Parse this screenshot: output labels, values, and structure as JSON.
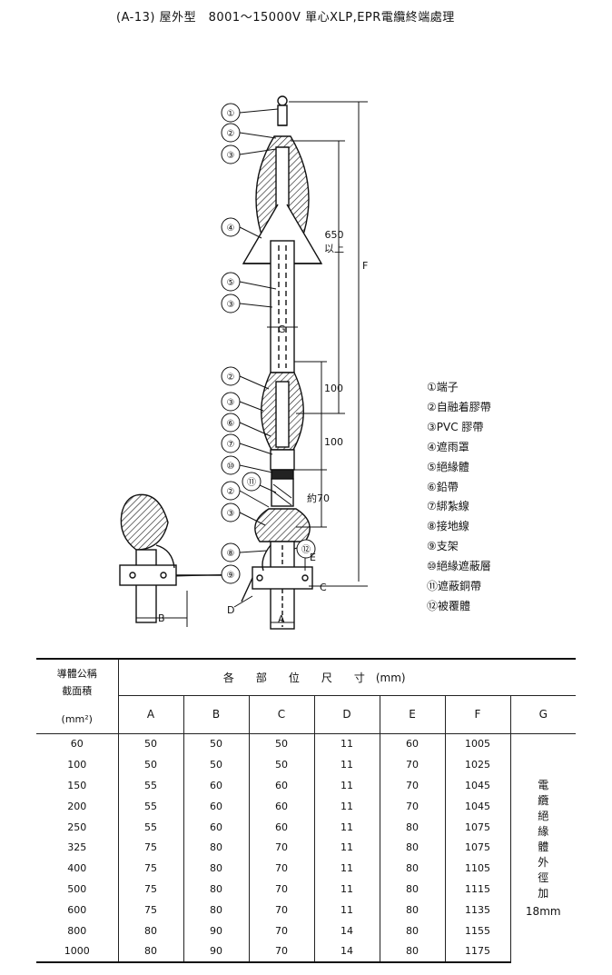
{
  "title": "(A-13) 屋外型　8001～15000V 單心XLP,EPR電纜終端處理",
  "diagram": {
    "callouts_left": [
      "①",
      "②",
      "③",
      "④",
      "⑤",
      "③",
      "②",
      "③",
      "⑥",
      "⑦",
      "⑩",
      "②",
      "③",
      "⑧",
      "⑨"
    ],
    "callout_11": "⑪",
    "callout_12": "⑫",
    "dim_650": "650",
    "dim_650_suffix": "以上",
    "dim_100a": "100",
    "dim_100b": "100",
    "dim_70": "約70",
    "dim_F": "F",
    "dim_G": "G",
    "dim_E": "E",
    "dim_C": "C",
    "dim_D": "D",
    "dim_A": "A",
    "dim_B": "B"
  },
  "legend": [
    "①端子",
    "②自融着膠帶",
    "③PVC 膠帶",
    "④遮雨罩",
    "⑤絕緣體",
    "⑥鉛帶",
    "⑦綁紮線",
    "⑧接地線",
    "⑨支架",
    "⑩絕緣遮蔽層",
    "⑪遮蔽銅帶",
    "⑫被覆體"
  ],
  "table": {
    "corner_line1": "導體公稱",
    "corner_line2": "截面積",
    "corner_line3": "(mm²)",
    "group_header": "各　　部　　位　　尺　　寸　(mm)",
    "columns": [
      "A",
      "B",
      "C",
      "D",
      "E",
      "F",
      "G"
    ],
    "rows": [
      [
        "60",
        "50",
        "50",
        "50",
        "11",
        "60",
        "1005"
      ],
      [
        "100",
        "50",
        "50",
        "50",
        "11",
        "70",
        "1025"
      ],
      [
        "150",
        "55",
        "60",
        "60",
        "11",
        "70",
        "1045"
      ],
      [
        "200",
        "55",
        "60",
        "60",
        "11",
        "70",
        "1045"
      ],
      [
        "250",
        "55",
        "60",
        "60",
        "11",
        "80",
        "1075"
      ],
      [
        "325",
        "75",
        "80",
        "70",
        "11",
        "80",
        "1075"
      ],
      [
        "400",
        "75",
        "80",
        "70",
        "11",
        "80",
        "1105"
      ],
      [
        "500",
        "75",
        "80",
        "70",
        "11",
        "80",
        "1115"
      ],
      [
        "600",
        "75",
        "80",
        "70",
        "11",
        "80",
        "1135"
      ],
      [
        "800",
        "80",
        "90",
        "70",
        "14",
        "80",
        "1155"
      ],
      [
        "1000",
        "80",
        "90",
        "70",
        "14",
        "80",
        "1175"
      ]
    ],
    "g_note_vertical": [
      "電",
      "纜",
      "絕",
      "緣",
      "體",
      "外",
      "徑",
      "加"
    ],
    "g_note_mm": "18mm"
  }
}
